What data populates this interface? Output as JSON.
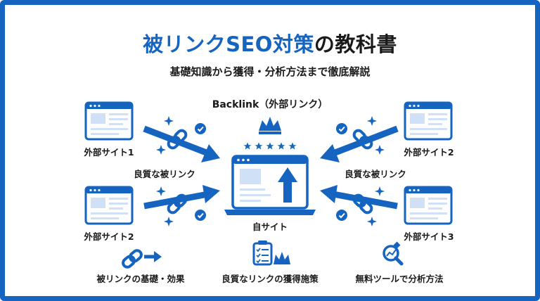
{
  "title": {
    "highlight": "被リンクSEO対策",
    "rest": "の教科書"
  },
  "subtitle": "基礎知識から獲得・分析方法まで徹底解説",
  "center": {
    "heading": "Backlink（外部リンク）",
    "site_label": "自サイト"
  },
  "external_sites": {
    "top_left": "外部サイト1",
    "top_right": "外部サイト2",
    "bottom_left": "外部サイト2",
    "bottom_right": "外部サイト3"
  },
  "link_labels": {
    "left": "良質な被リンク",
    "right": "良質な被リンク"
  },
  "features": [
    {
      "icon": "chain-link-arrow-icon",
      "label": "被リンクの基礎・効果"
    },
    {
      "icon": "checklist-crown-icon",
      "label": "良質なリンクの獲得施策"
    },
    {
      "icon": "magnifier-chart-icon",
      "label": "無料ツールで分析方法"
    }
  ],
  "colors": {
    "accent": "#1565c0",
    "light": "#cfe0f7",
    "text": "#1a1a1a"
  }
}
